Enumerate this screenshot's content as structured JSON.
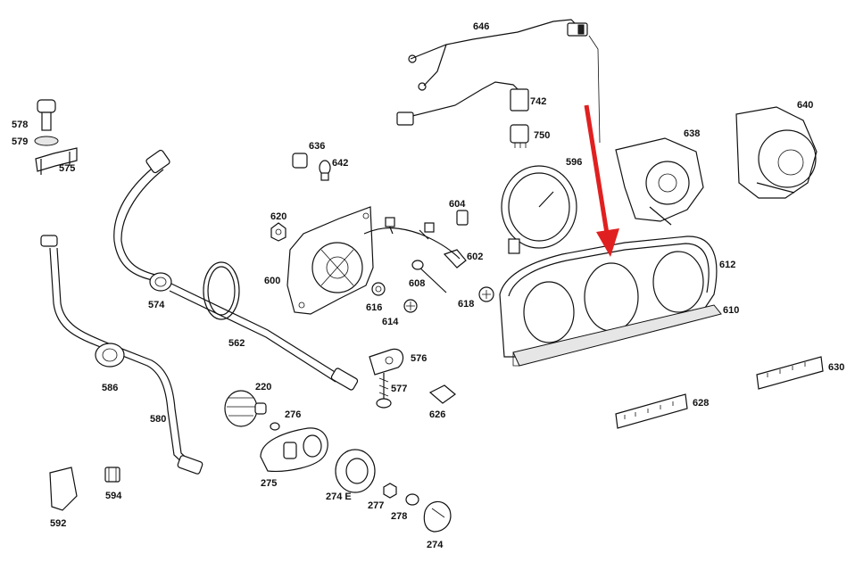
{
  "diagram": {
    "arrow_color": "#e02020",
    "line_color": "#111111",
    "parts": [
      {
        "id": "646",
        "label": "646"
      },
      {
        "id": "742",
        "label": "742"
      },
      {
        "id": "750",
        "label": "750"
      },
      {
        "id": "638",
        "label": "638"
      },
      {
        "id": "640",
        "label": "640"
      },
      {
        "id": "596",
        "label": "596"
      },
      {
        "id": "578",
        "label": "578"
      },
      {
        "id": "579",
        "label": "579"
      },
      {
        "id": "575",
        "label": "575"
      },
      {
        "id": "636",
        "label": "636"
      },
      {
        "id": "642",
        "label": "642"
      },
      {
        "id": "604",
        "label": "604"
      },
      {
        "id": "620",
        "label": "620"
      },
      {
        "id": "602",
        "label": "602"
      },
      {
        "id": "612",
        "label": "612"
      },
      {
        "id": "610",
        "label": "610"
      },
      {
        "id": "600",
        "label": "600"
      },
      {
        "id": "608",
        "label": "608"
      },
      {
        "id": "616",
        "label": "616"
      },
      {
        "id": "614",
        "label": "614"
      },
      {
        "id": "618",
        "label": "618"
      },
      {
        "id": "574",
        "label": "574"
      },
      {
        "id": "562",
        "label": "562"
      },
      {
        "id": "576",
        "label": "576"
      },
      {
        "id": "577",
        "label": "577"
      },
      {
        "id": "626",
        "label": "626"
      },
      {
        "id": "630",
        "label": "630"
      },
      {
        "id": "628",
        "label": "628"
      },
      {
        "id": "586",
        "label": "586"
      },
      {
        "id": "220",
        "label": "220"
      },
      {
        "id": "276",
        "label": "276"
      },
      {
        "id": "580",
        "label": "580"
      },
      {
        "id": "275",
        "label": "275"
      },
      {
        "id": "274E",
        "label": "274 E"
      },
      {
        "id": "277",
        "label": "277"
      },
      {
        "id": "278",
        "label": "278"
      },
      {
        "id": "274",
        "label": "274"
      },
      {
        "id": "594",
        "label": "594"
      },
      {
        "id": "592",
        "label": "592"
      }
    ]
  }
}
